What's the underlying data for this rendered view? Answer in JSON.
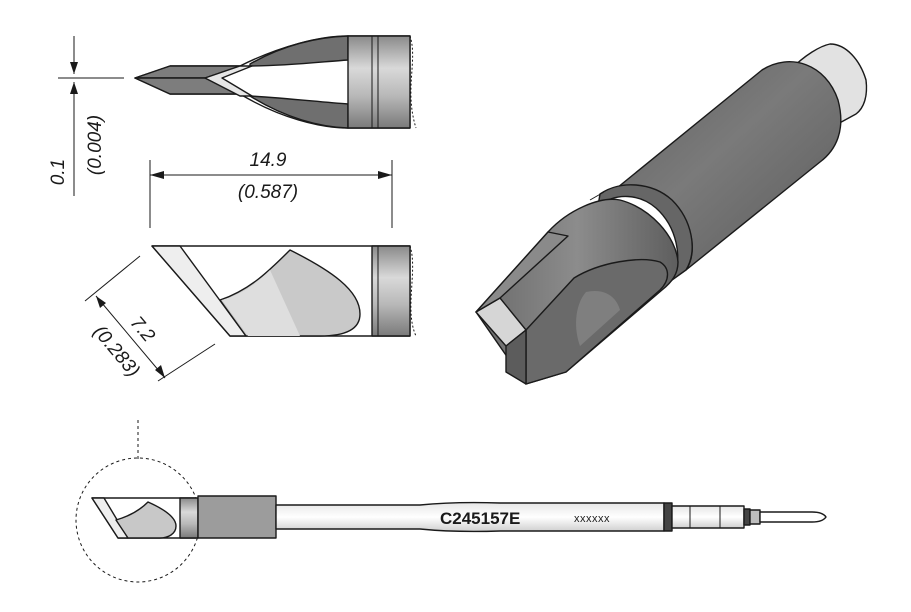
{
  "dimensions": {
    "thickness_mm": "0.1",
    "thickness_in": "(0.004)",
    "length_mm": "14.9",
    "length_in": "(0.587)",
    "width_mm": "7.2",
    "width_in": "(0.283)"
  },
  "cartridge": {
    "part_number": "C245157E",
    "serial_placeholder": "xxxxxx"
  },
  "colors": {
    "body_dark": "#6f6f6f",
    "body_mid": "#a9a9a9",
    "body_light": "#dcdcdc",
    "outline": "#1a1a1a"
  }
}
